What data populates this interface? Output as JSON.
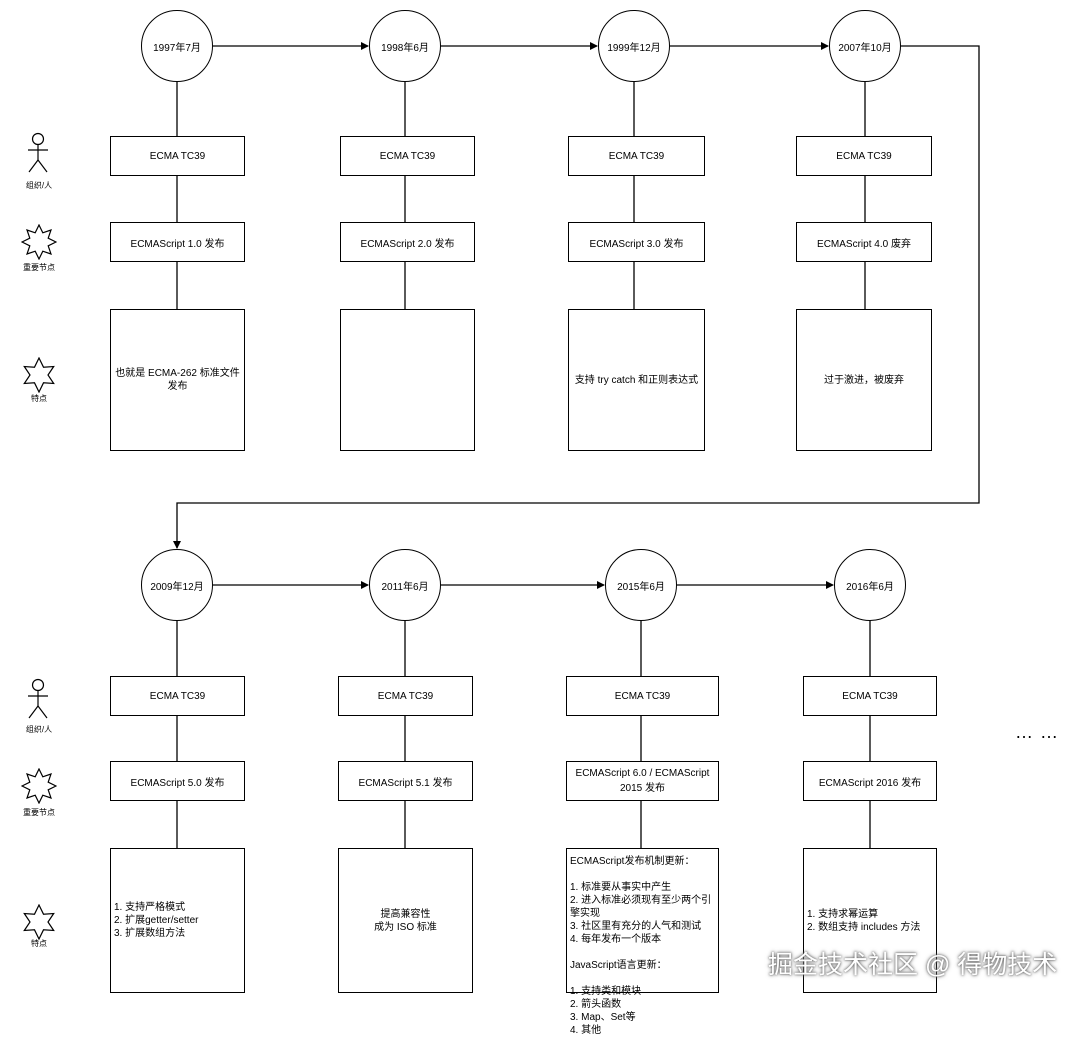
{
  "lanes": [
    {
      "icon": "actor-icon",
      "label": "组织/人"
    },
    {
      "icon": "star-burst-icon",
      "label": "重要节点"
    },
    {
      "icon": "star-icon",
      "label": "特点"
    }
  ],
  "milestones": [
    {
      "date": "1997年7月",
      "org": "ECMA TC39",
      "event": "ECMAScript 1.0 发布",
      "feature": "也就是 ECMA-262 标准文件发布"
    },
    {
      "date": "1998年6月",
      "org": "ECMA TC39",
      "event": "ECMAScript 2.0 发布",
      "feature": ""
    },
    {
      "date": "1999年12月",
      "org": "ECMA TC39",
      "event": "ECMAScript 3.0 发布",
      "feature": "支持 try catch 和正则表达式"
    },
    {
      "date": "2007年10月",
      "org": "ECMA TC39",
      "event": "ECMAScript 4.0 废弃",
      "feature": "过于激进，被废弃"
    },
    {
      "date": "2009年12月",
      "org": "ECMA TC39",
      "event": "ECMAScript 5.0 发布",
      "feature": "1. 支持严格模式\n2. 扩展getter/setter\n3. 扩展数组方法"
    },
    {
      "date": "2011年6月",
      "org": "ECMA TC39",
      "event": "ECMAScript 5.1 发布",
      "feature": "提高兼容性\n成为 ISO 标准"
    },
    {
      "date": "2015年6月",
      "org": "ECMA TC39",
      "event": "ECMAScript 6.0 / ECMAScript 2015 发布",
      "feature": "ECMAScript发布机制更新：\n\n1. 标准要从事实中产生\n2. 进入标准必须现有至少两个引擎实现\n3. 社区里有充分的人气和测试\n4. 每年发布一个版本\n\nJavaScript语言更新：\n\n1. 支持类和模块\n2. 箭头函数\n3. Map、Set等\n4. 其他"
    },
    {
      "date": "2016年6月",
      "org": "ECMA TC39",
      "event": "ECMAScript 2016 发布",
      "feature": "1. 支持求幂运算\n2. 数组支持 includes 方法"
    }
  ],
  "ellipsis": "… …",
  "watermark": "掘金技术社区 @ 得物技术"
}
